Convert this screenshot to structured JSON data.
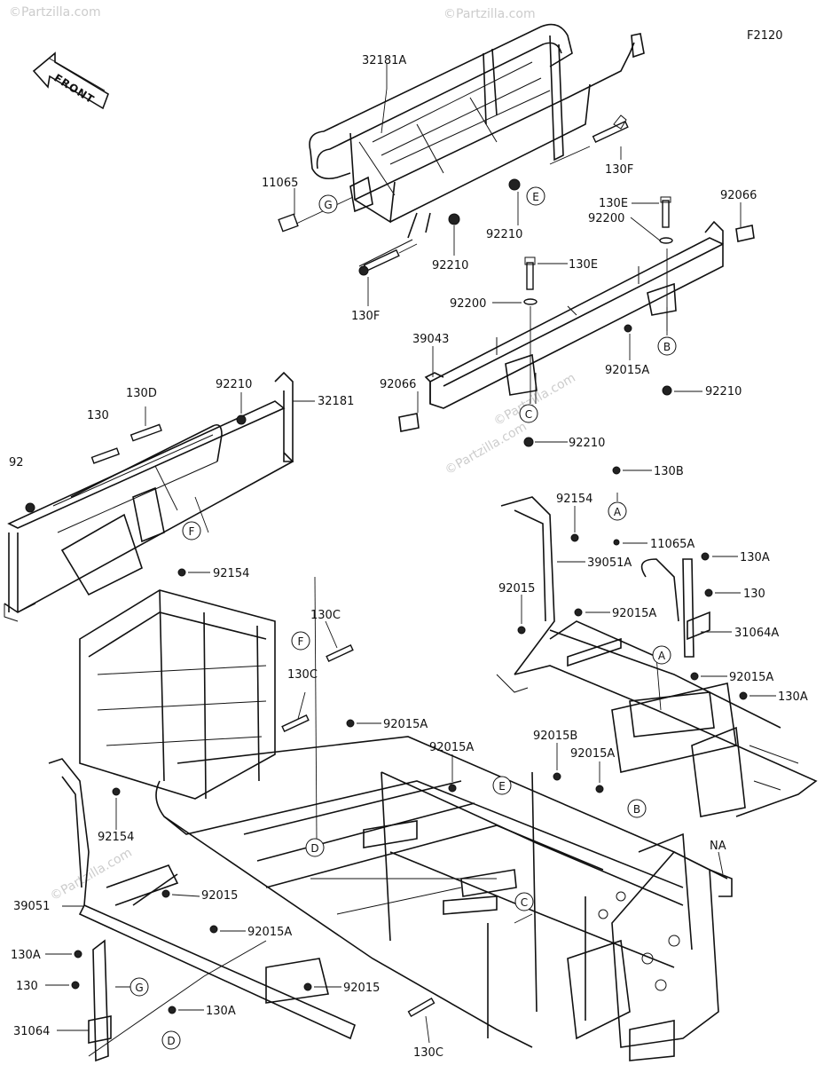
{
  "figure_id": "F2120",
  "front_label": "FRONT",
  "watermark": "©Partzilla.com",
  "callouts": [
    {
      "id": "lbl-32181A",
      "text": "32181A"
    },
    {
      "id": "lbl-11065",
      "text": "11065"
    },
    {
      "id": "lbl-92210-a",
      "text": "92210"
    },
    {
      "id": "lbl-92210-b",
      "text": "92210"
    },
    {
      "id": "lbl-130F-a",
      "text": "130F"
    },
    {
      "id": "lbl-130F-b",
      "text": "130F"
    },
    {
      "id": "lbl-130E-a",
      "text": "130E"
    },
    {
      "id": "lbl-92066-a",
      "text": "92066"
    },
    {
      "id": "lbl-92200-a",
      "text": "92200"
    },
    {
      "id": "lbl-130E-b",
      "text": "130E"
    },
    {
      "id": "lbl-92200-b",
      "text": "92200"
    },
    {
      "id": "lbl-39043",
      "text": "39043"
    },
    {
      "id": "lbl-92066-b",
      "text": "92066"
    },
    {
      "id": "lbl-92015A-a",
      "text": "92015A"
    },
    {
      "id": "lbl-92210-c",
      "text": "92210"
    },
    {
      "id": "lbl-92210-d",
      "text": "92210"
    },
    {
      "id": "lbl-130D",
      "text": "130D"
    },
    {
      "id": "lbl-130-a",
      "text": "130"
    },
    {
      "id": "lbl-92210-e",
      "text": "92210"
    },
    {
      "id": "lbl-32181",
      "text": "32181"
    },
    {
      "id": "lbl-92-partial",
      "text": "92"
    },
    {
      "id": "lbl-130B",
      "text": "130B"
    },
    {
      "id": "lbl-92154-a",
      "text": "92154"
    },
    {
      "id": "lbl-11065A",
      "text": "11065A"
    },
    {
      "id": "lbl-39051A",
      "text": "39051A"
    },
    {
      "id": "lbl-130A-a",
      "text": "130A"
    },
    {
      "id": "lbl-92154-b",
      "text": "92154"
    },
    {
      "id": "lbl-92015-a",
      "text": "92015"
    },
    {
      "id": "lbl-92015A-b",
      "text": "92015A"
    },
    {
      "id": "lbl-130-b",
      "text": "130"
    },
    {
      "id": "lbl-31064A",
      "text": "31064A"
    },
    {
      "id": "lbl-130C-a",
      "text": "130C"
    },
    {
      "id": "lbl-130C-b",
      "text": "130C"
    },
    {
      "id": "lbl-92015A-c",
      "text": "92015A"
    },
    {
      "id": "lbl-130A-b",
      "text": "130A"
    },
    {
      "id": "lbl-92015A-d",
      "text": "92015A"
    },
    {
      "id": "lbl-92015A-e",
      "text": "92015A"
    },
    {
      "id": "lbl-92015B",
      "text": "92015B"
    },
    {
      "id": "lbl-92015A-f",
      "text": "92015A"
    },
    {
      "id": "lbl-92154-c",
      "text": "92154"
    },
    {
      "id": "lbl-NA",
      "text": "NA"
    },
    {
      "id": "lbl-39051",
      "text": "39051"
    },
    {
      "id": "lbl-92015-b",
      "text": "92015"
    },
    {
      "id": "lbl-130A-c",
      "text": "130A"
    },
    {
      "id": "lbl-92015A-g",
      "text": "92015A"
    },
    {
      "id": "lbl-130-c",
      "text": "130"
    },
    {
      "id": "lbl-92015-c",
      "text": "92015"
    },
    {
      "id": "lbl-31064",
      "text": "31064"
    },
    {
      "id": "lbl-130A-d",
      "text": "130A"
    },
    {
      "id": "lbl-130C-c",
      "text": "130C"
    }
  ],
  "refs": [
    {
      "id": "ref-E-a",
      "text": "E"
    },
    {
      "id": "ref-G-a",
      "text": "G"
    },
    {
      "id": "ref-B-a",
      "text": "B"
    },
    {
      "id": "ref-C-a",
      "text": "C"
    },
    {
      "id": "ref-F-a",
      "text": "F"
    },
    {
      "id": "ref-A-a",
      "text": "A"
    },
    {
      "id": "ref-F-b",
      "text": "F"
    },
    {
      "id": "ref-A-b",
      "text": "A"
    },
    {
      "id": "ref-E-b",
      "text": "E"
    },
    {
      "id": "ref-B-b",
      "text": "B"
    },
    {
      "id": "ref-D-a",
      "text": "D"
    },
    {
      "id": "ref-C-b",
      "text": "C"
    },
    {
      "id": "ref-G-b",
      "text": "G"
    },
    {
      "id": "ref-D-b",
      "text": "D"
    }
  ]
}
